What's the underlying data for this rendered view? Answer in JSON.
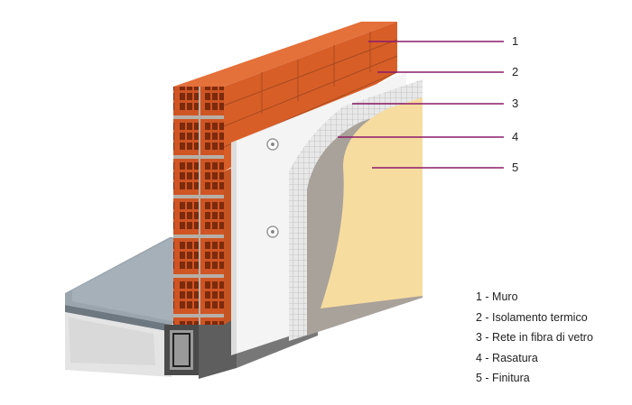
{
  "callouts": [
    {
      "number": "1",
      "name": "Muro"
    },
    {
      "number": "2",
      "name": "Isolamento termico"
    },
    {
      "number": "3",
      "name": "Rete in fibra di vetro"
    },
    {
      "number": "4",
      "name": "Rasatura"
    },
    {
      "number": "5",
      "name": "Finitura"
    }
  ],
  "legend": [
    "1 - Muro",
    "2 - Isolamento termico",
    "3 - Rete in fibra di vetro",
    "4 - Rasatura",
    "5 - Finitura"
  ],
  "colors": {
    "leader_line": "#8b1a6b",
    "brick": "#e0642a",
    "brick_dark": "#b9481b",
    "insulation": "#f2f2f2",
    "mesh": "#cfcfcf",
    "plaster": "#a9a29b",
    "finish": "#f7dca0",
    "slab": "#8f9aa3",
    "concrete": "#777777"
  }
}
